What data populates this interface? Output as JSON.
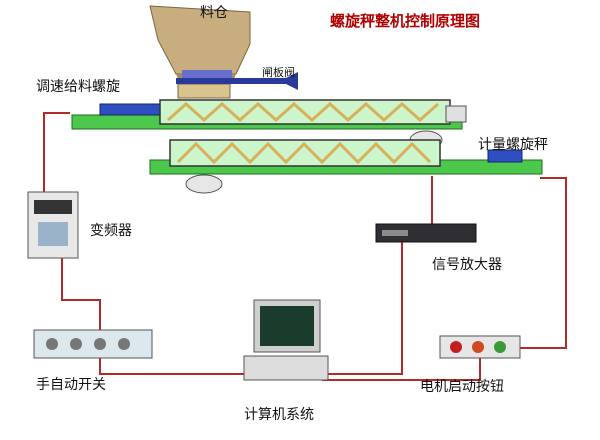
{
  "diagram": {
    "title": "螺旋秤整机控制原理图",
    "labels": {
      "hopper": "料仓",
      "gate_valve": "闸板阀",
      "feed_screw": "调速给料螺旋",
      "weigh_screw": "计量螺旋秤",
      "inverter": "变频器",
      "amplifier": "信号放大器",
      "switch_box": "手自动开关",
      "computer": "计算机系统",
      "motor_button": "电机启动按钮"
    },
    "colors": {
      "wire": "#b22a2a",
      "frame_green": "#4cc94c",
      "hopper": "#c8ae7e",
      "screw_flight": "#d8b05a",
      "motor_blue": "#2f4fc0",
      "title": "#b00000"
    }
  }
}
